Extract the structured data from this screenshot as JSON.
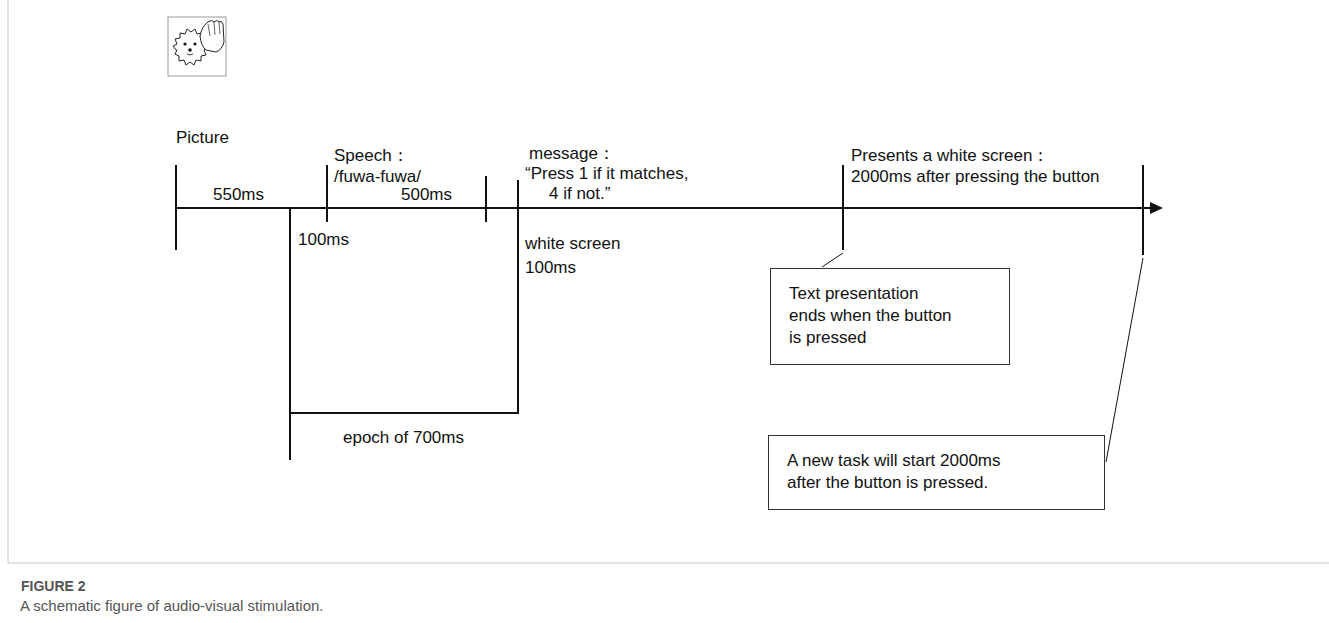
{
  "diagram": {
    "caption": "A schematic figure of audio-visual stimulation.",
    "nodes": [
      {
        "text": [
          "Text presentation ends when the button is pressed"
        ]
      },
      {
        "text": [
          "A new task will start 2000ms after the button is pressed."
        ]
      }
    ],
    "labels": [
      "Picture",
      "550ms",
      "Speech：",
      "/fuwa-fuwa/",
      "500ms",
      "100ms",
      "message：",
      "“Press 1 if it matches,",
      "4 if not.”",
      "white screen",
      "100ms",
      "Presents a white screen：",
      "2000ms after pressing the button",
      "epoch of 700ms",
      "FIGURE 2"
    ]
  }
}
